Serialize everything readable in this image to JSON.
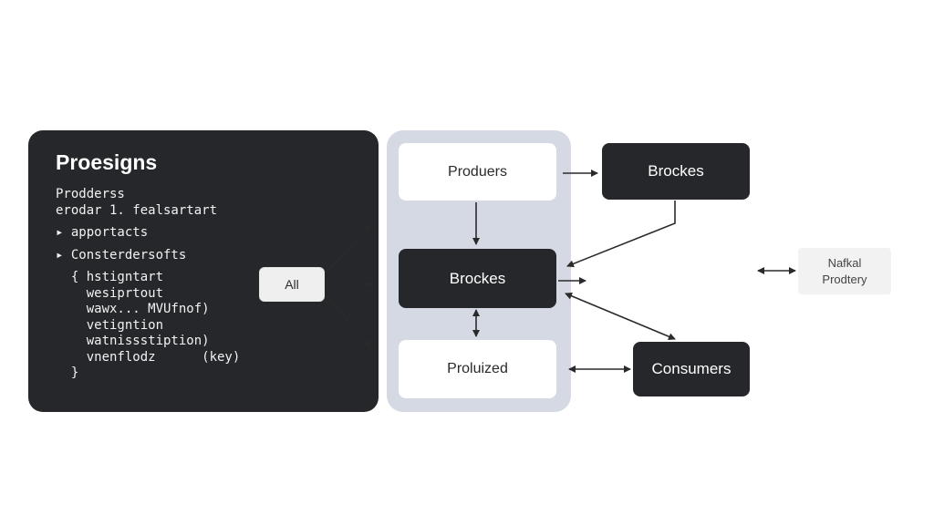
{
  "code_panel": {
    "title": "Proesigns",
    "lines": [
      "Prodderss",
      "erodar 1. fealsartart",
      "▸ apportacts",
      "▸ Consterdersofts",
      "  { hstigntart",
      "    wesiprtout",
      "    wawx... MVUfnof)",
      "    vetigntion",
      "    watnissstiption)",
      "    vnenflodz      (key)",
      "  }"
    ]
  },
  "nodes": {
    "all": "All",
    "producers": "Produers",
    "brockes_center": "Brockes",
    "proluized": "Proluized",
    "brockes_right": "Brockes",
    "consumers": "Consumers",
    "nafkal_line1": "Nafkal",
    "nafkal_line2": "Prodtery"
  },
  "colors": {
    "dark": "#25272b",
    "panel": "#d5d9e3",
    "arrow": "#2a2a2a"
  }
}
